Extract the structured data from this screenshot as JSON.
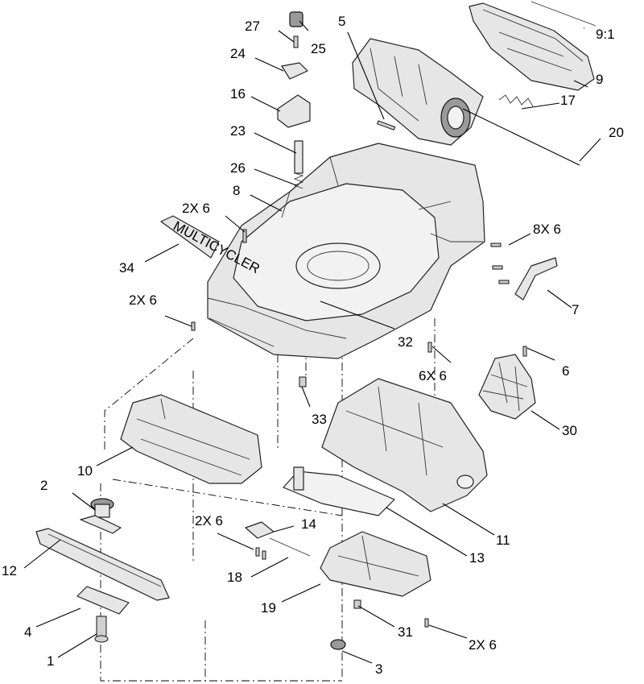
{
  "callouts": {
    "c1": "1",
    "c2": "2",
    "c3": "3",
    "c4": "4",
    "c5": "5",
    "c6": "6",
    "c7": "7",
    "c8": "8",
    "c9": "9",
    "c9_1": "9:1",
    "c10": "10",
    "c11": "11",
    "c12": "12",
    "c13": "13",
    "c14": "14",
    "c16": "16",
    "c17": "17",
    "c18": "18",
    "c19": "19",
    "c20": "20",
    "c23": "23",
    "c24": "24",
    "c25": "25",
    "c26": "26",
    "c27": "27",
    "c30": "30",
    "c31": "31",
    "c32": "32",
    "c33": "33",
    "c34": "34",
    "q2x6_a": "2X 6",
    "q2x6_b": "2X 6",
    "q2x6_c": "2X 6",
    "q2x6_d": "2X 6",
    "q8x6": "8X 6",
    "q6x6": "6X 6"
  },
  "decal_text": "MULTICYCLER"
}
